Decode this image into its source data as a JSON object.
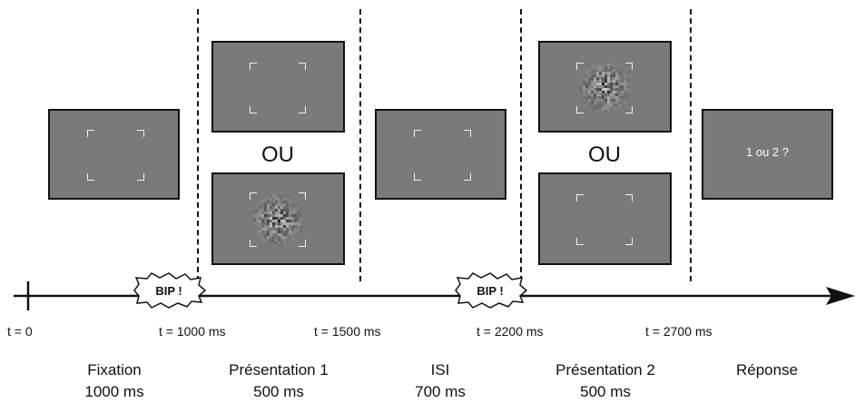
{
  "or_label": "OU",
  "bip_label": "BIP !",
  "response_prompt": "1 ou 2 ?",
  "time_labels": [
    "t = 0",
    "t = 1000 ms",
    "t = 1500 ms",
    "t = 2200 ms",
    "t = 2700 ms"
  ],
  "phases": [
    {
      "name": "Fixation",
      "duration": "1000 ms"
    },
    {
      "name": "Présentation 1",
      "duration": "500 ms"
    },
    {
      "name": "ISI",
      "duration": "700 ms"
    },
    {
      "name": "Présentation 2",
      "duration": "500 ms"
    },
    {
      "name": "Réponse",
      "duration": ""
    }
  ],
  "colors": {
    "screen": "#7a7a7a",
    "line": "#111111",
    "bracket": "#f2f2f2"
  }
}
